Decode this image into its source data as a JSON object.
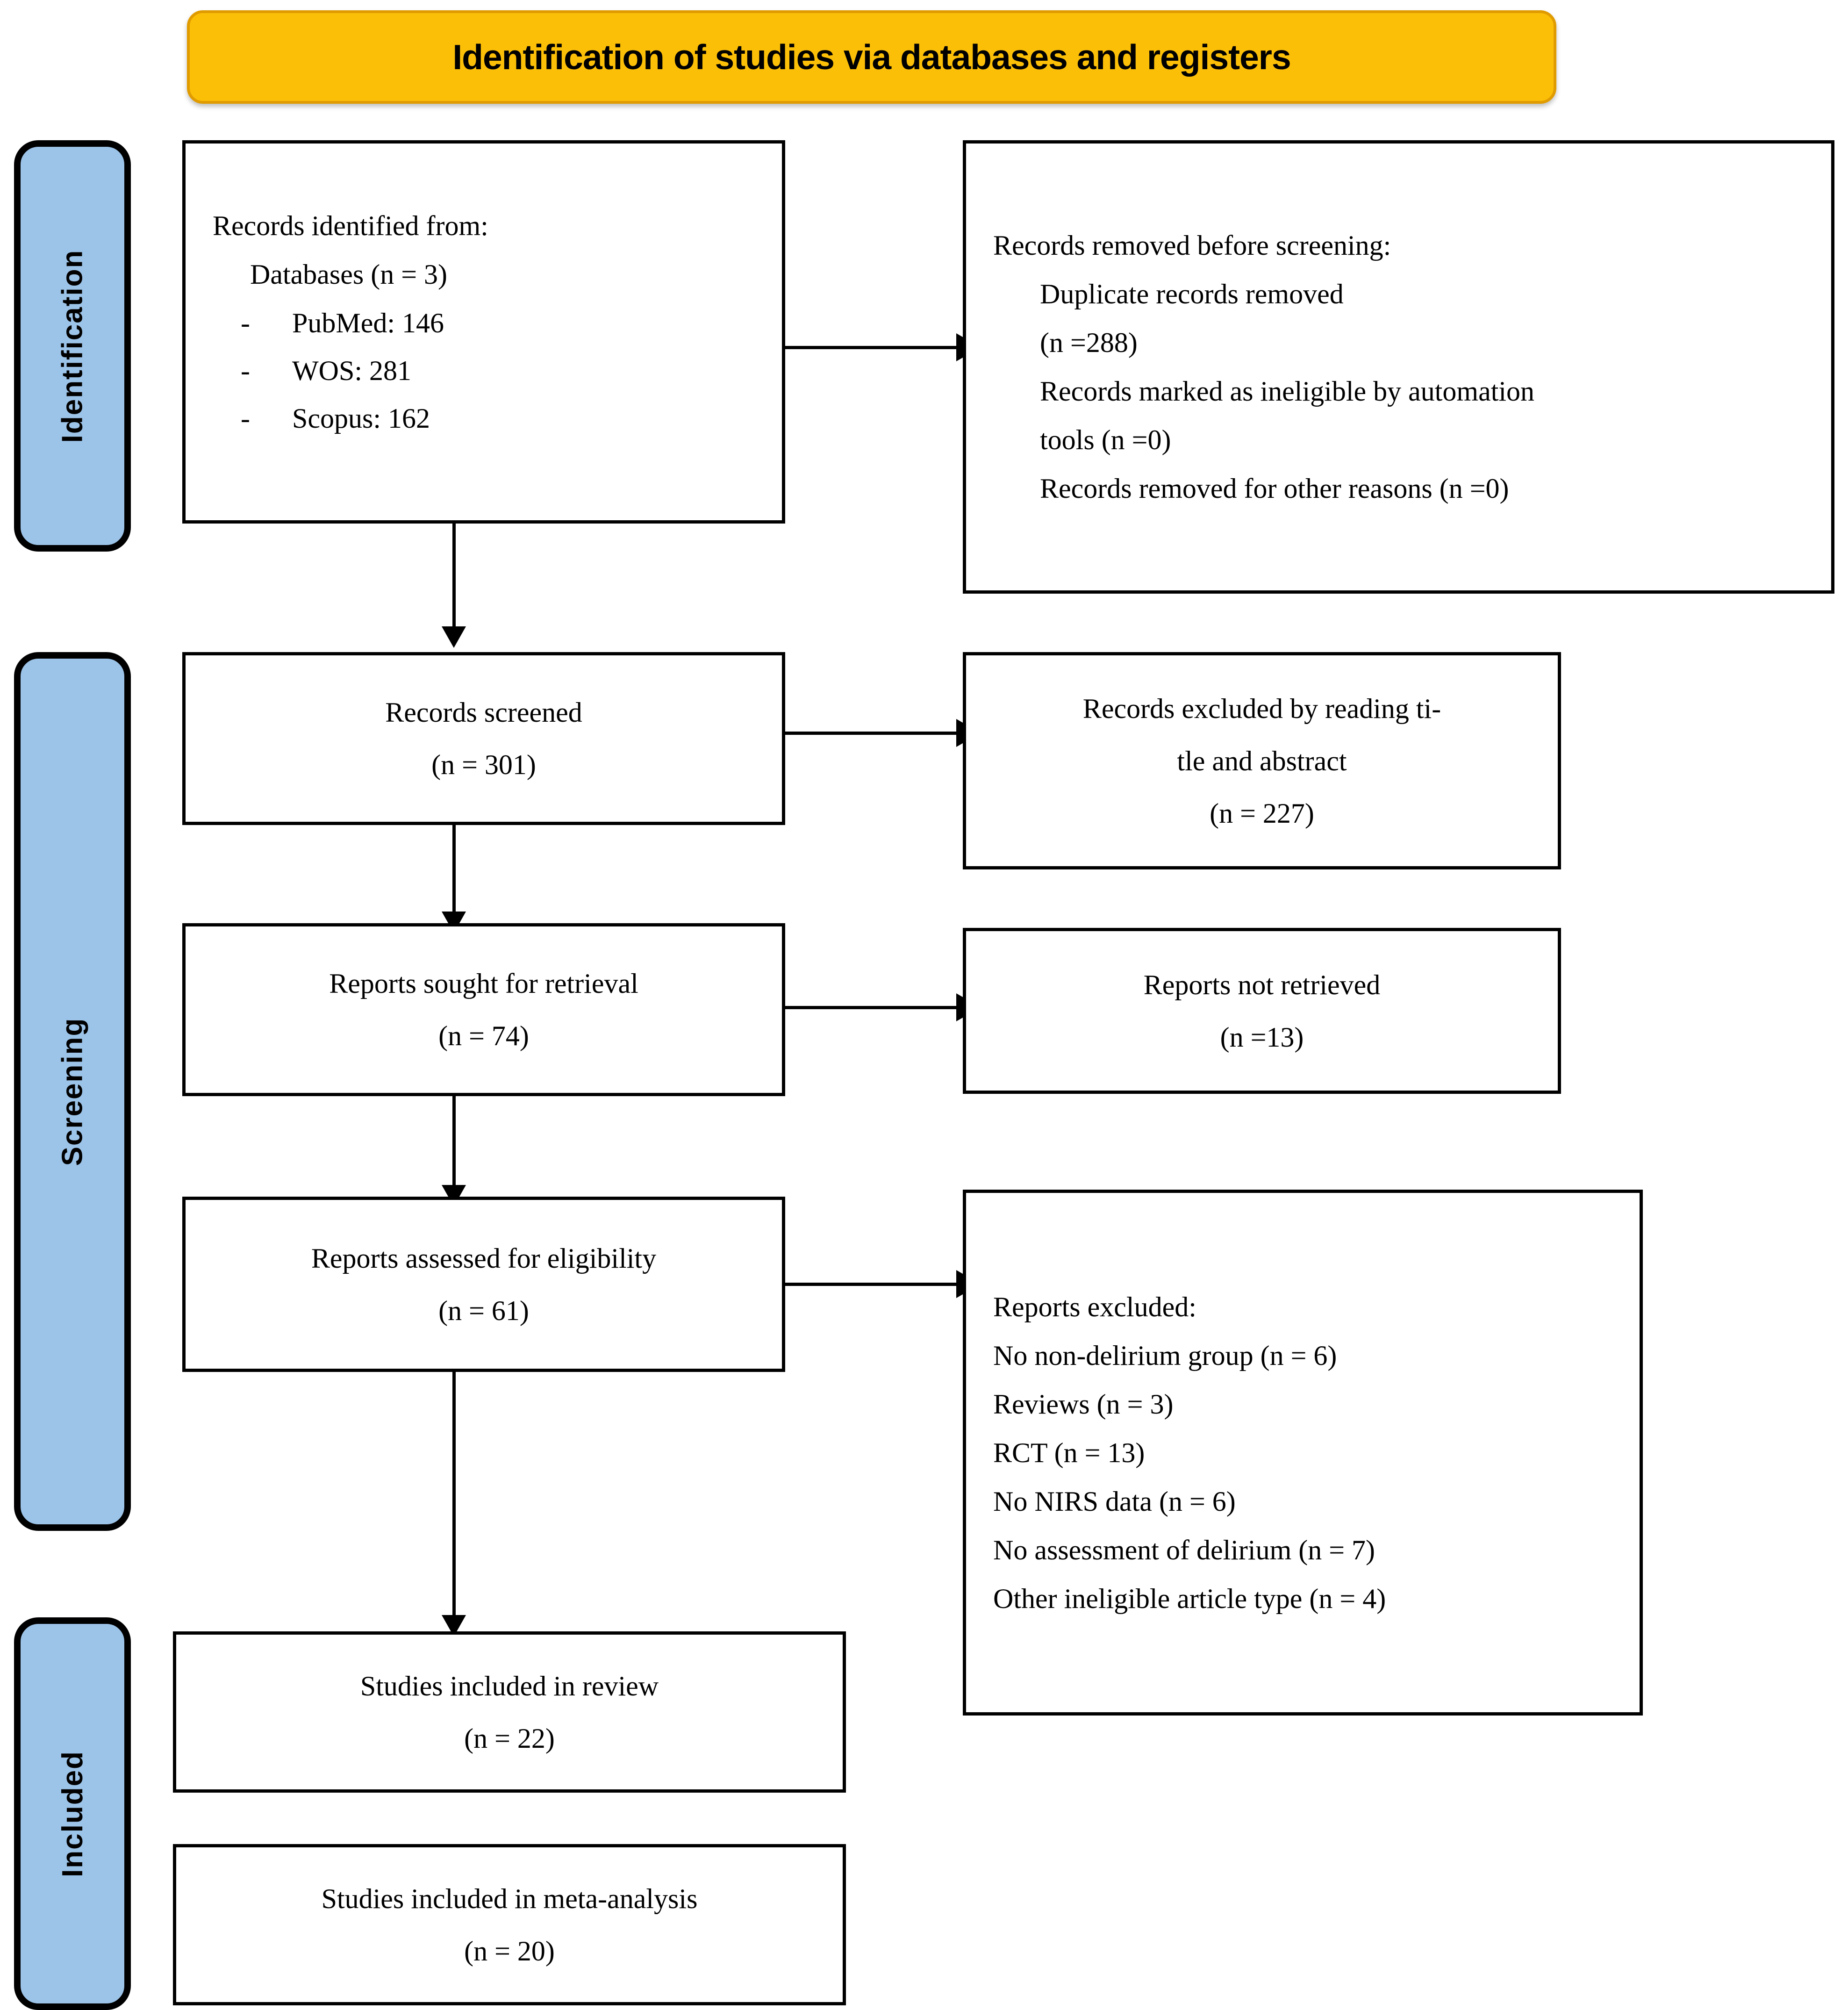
{
  "banner": {
    "title": "Identification of studies via databases and registers"
  },
  "colors": {
    "banner_fill": "#fcbf08",
    "phase_pill_fill": "#9cc3e8",
    "box_border": "#000000",
    "page_background": "#ffffff"
  },
  "phases": [
    {
      "label": "Identification"
    },
    {
      "label": "Screening"
    },
    {
      "label": "Included"
    }
  ],
  "boxes": {
    "identified": {
      "title": "Records identified from:",
      "databases_line": "Databases (n = 3)",
      "sources": [
        {
          "dash": "-",
          "text": "PubMed: 146"
        },
        {
          "dash": "-",
          "text": "WOS: 281"
        },
        {
          "dash": "-",
          "text": "Scopus: 162"
        }
      ]
    },
    "removed_before_screening": {
      "title_plain": "Records removed ",
      "title_italic": "before screening",
      "title_colon": ":",
      "lines": [
        "Duplicate records removed",
        "(n =288)",
        "Records marked as ineligible by automation",
        "tools (n =0)",
        "Records removed for other reasons (n =0)"
      ]
    },
    "records_screened": {
      "label": "Records screened",
      "count": "(n = 301)"
    },
    "records_excluded": {
      "line1": "Records excluded by reading ti-",
      "line2": "tle and abstract",
      "count": "(n = 227)"
    },
    "reports_sought": {
      "label": "Reports sought for retrieval",
      "count": "(n = 74)"
    },
    "reports_not_retrieved": {
      "label": "Reports not retrieved",
      "count": "(n =13)"
    },
    "reports_assessed": {
      "label": "Reports assessed for eligibility",
      "count": "(n = 61)"
    },
    "reports_excluded": {
      "title": "Reports excluded:",
      "reasons": [
        "No non-delirium group (n = 6)",
        "Reviews (n = 3)",
        "RCT (n = 13)",
        "No NIRS data (n = 6)",
        "No assessment of delirium (n = 7)",
        "Other ineligible article type (n = 4)"
      ]
    },
    "included_review": {
      "label": "Studies included in review",
      "count": "(n = 22)"
    },
    "included_meta": {
      "label": "Studies included in meta-analysis",
      "count": "(n = 20)"
    }
  }
}
